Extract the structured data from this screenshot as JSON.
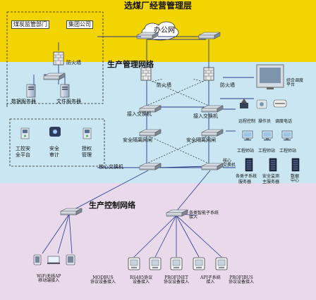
{
  "colors": {
    "top_band": "#f2d500",
    "mid_band": "#c9e6f2",
    "bottom_band": "#e8daea",
    "line": "#2a3a8a",
    "dash": "#222222"
  },
  "layers": {
    "business": "选煤厂经营管理层",
    "production_mgmt": "生产管理网络",
    "production_ctrl": "生产控制网络"
  },
  "top": {
    "dept1": "煤炭监管部门",
    "dept2": "集团公司",
    "office_net": "办公网",
    "firewall": "防火墙",
    "data_server": "数据服务器",
    "file_server": "文件服务器"
  },
  "mgmt": {
    "firewall_left": "防火墙",
    "firewall_right": "防火墙",
    "access_switch_left": "接入交换机",
    "access_switch_right": "接入交换机",
    "security_gw_left": "安全隔离网闸",
    "security_gw_right": "安全隔离网闸",
    "core_switch_left": "核心交换机",
    "core_switch_right": "核心\n交换机",
    "dispatch_platform": "综合调度\n平台",
    "remote_ctrl": "远程控制",
    "operator": "操作员",
    "dispatch_phone": "调度电话",
    "engineer1": "工程师站",
    "engineer2": "工程师站",
    "engineer3": "工程师站",
    "server_row": "各类子系统",
    "server_row2": "服务器",
    "sec_monitor": "安全监测",
    "main_server": "主服务器",
    "data_center": "数据\n中心",
    "ops_label1": "工控安",
    "ops_label2": "全平台",
    "audit_label1": "安全",
    "audit_label2": "审计",
    "auth_label1": "授权",
    "auth_label2": "管理"
  },
  "ctrl": {
    "smart_subsys": "各类智能子系统\n接入",
    "wifi": "WiFi无线AP\n移动端接入",
    "modbus": "MODBUS\n协议设备接入",
    "rs485": "RS485协议\n设备接入",
    "profinet": "PROFINET\n协议设备接入",
    "api": "API子系统\n接入",
    "profibus": "PROFIBUS\n协议设备接入"
  }
}
